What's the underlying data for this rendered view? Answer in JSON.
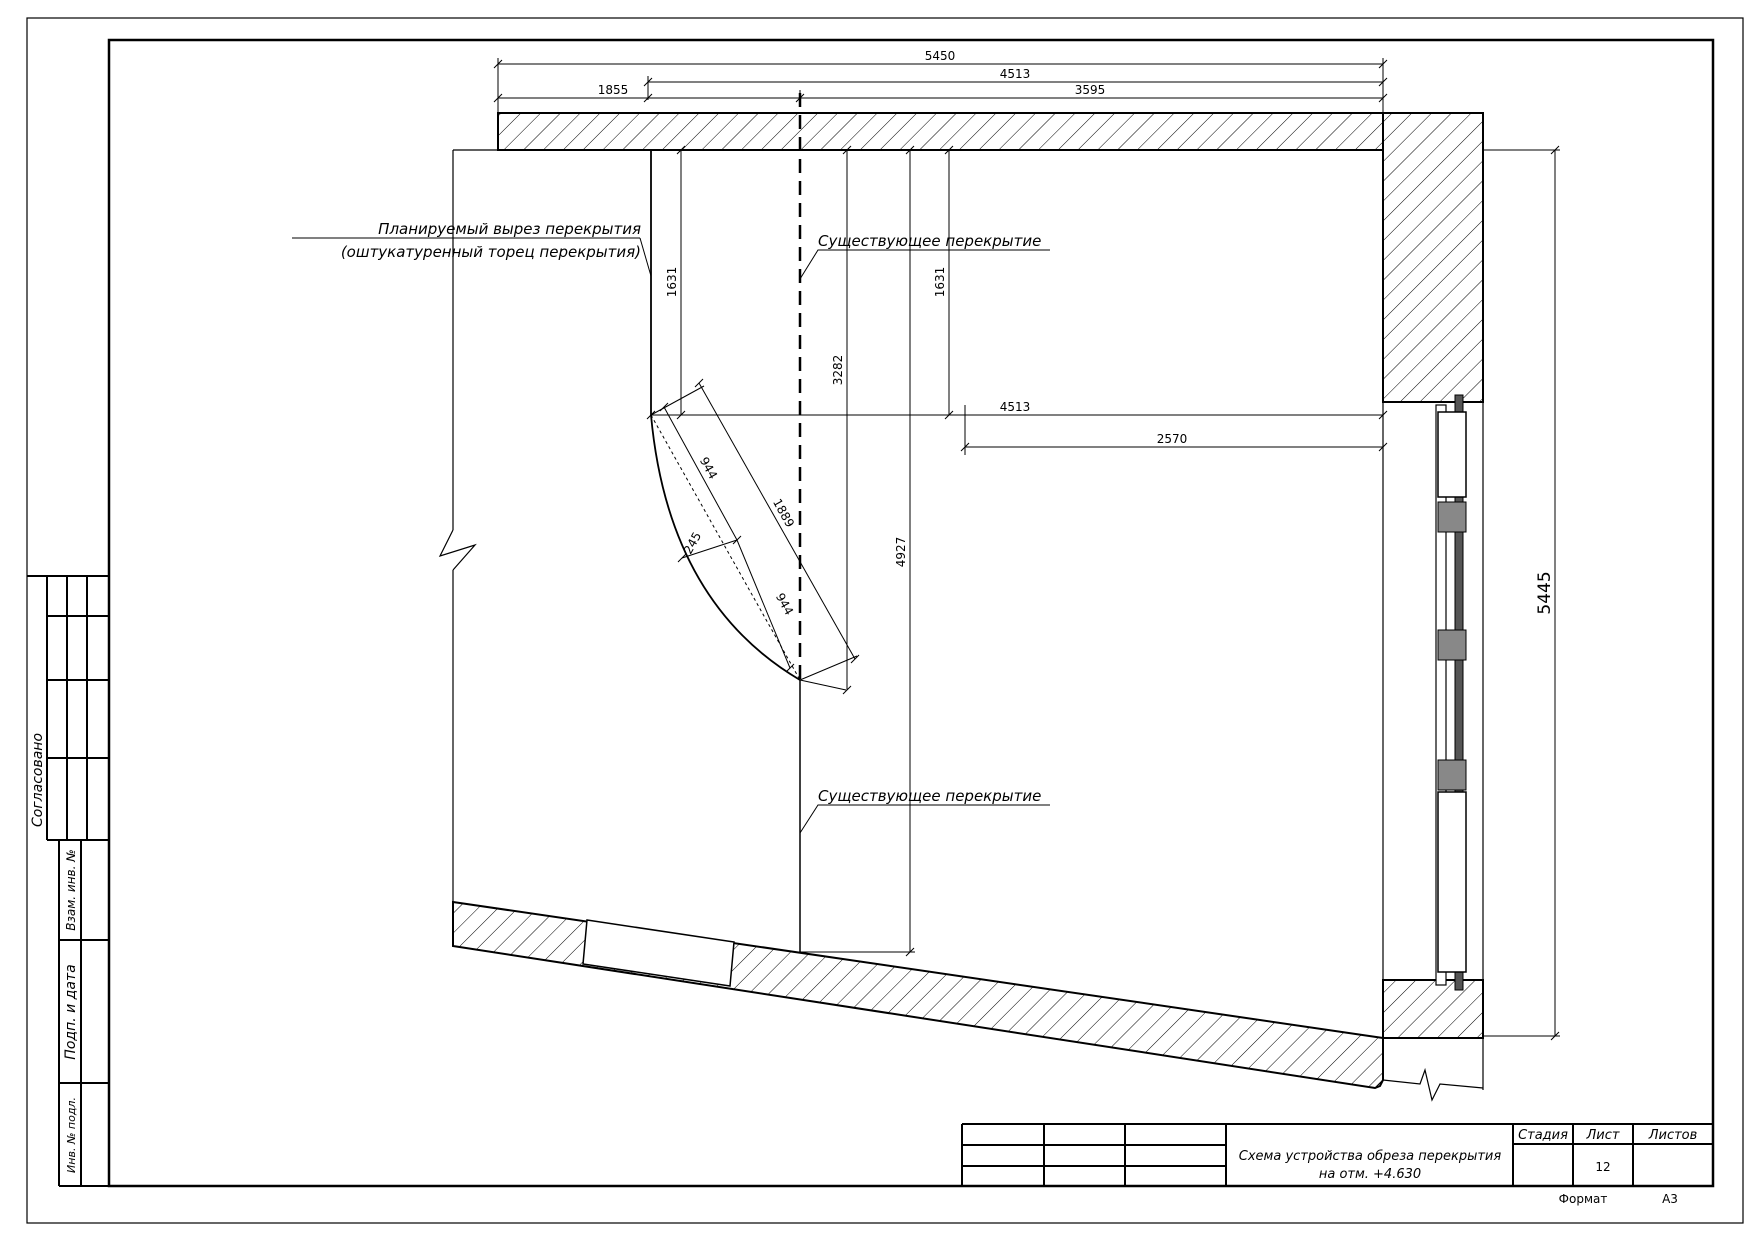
{
  "annotations": {
    "cut_title_line1": "Планируемый вырез перекрытия",
    "cut_title_line2": "(оштукатуренный торец перекрытия)",
    "existing_slab_top": "Существующее перекрытие",
    "existing_slab_bottom": "Существующее перекрытие"
  },
  "dimensions": {
    "d_5450": "5450",
    "d_4513_top": "4513",
    "d_1855": "1855",
    "d_3595": "3595",
    "d_1631_left": "1631",
    "d_1631_right": "1631",
    "d_3282": "3282",
    "d_4927": "4927",
    "d_4513_mid": "4513",
    "d_2570": "2570",
    "d_944_a": "944",
    "d_944_b": "944",
    "d_1889": "1889",
    "d_245": "245",
    "d_5445": "5445"
  },
  "side_stamp": {
    "approved": "Согласовано",
    "replaced_inv": "Взам. инв. №",
    "sign_date": "Подп. и дата",
    "inv_orig": "Инв. № подл."
  },
  "title_block": {
    "title_line1": "Схема устройства обреза перекрытия",
    "title_line2": "на отм. +4.630",
    "stage_label": "Стадия",
    "sheet_label": "Лист",
    "sheets_label": "Листов",
    "sheet_value": "12",
    "format_label": "Формат",
    "format_value": "А3"
  },
  "colors": {
    "line": "#000000",
    "background": "#ffffff",
    "window_fill": "#555555"
  }
}
